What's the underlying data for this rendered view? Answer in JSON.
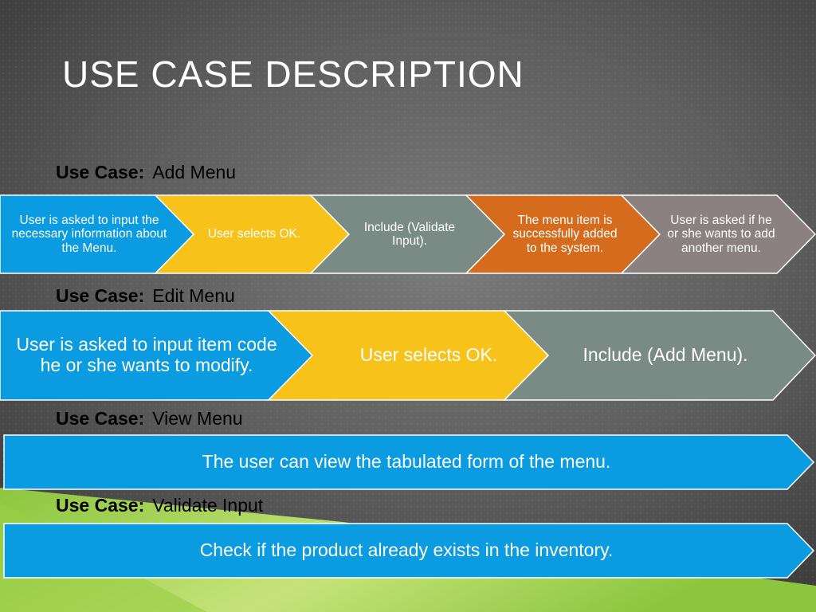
{
  "slide_title": "USE CASE DESCRIPTION",
  "use_case_prefix": "Use Case:",
  "colors": {
    "blue": "#0a9be0",
    "yellow": "#f7c21a",
    "slate": "#7a8b86",
    "orange": "#d56b1c",
    "taupe": "#8c8181",
    "green": "#8cc63f",
    "text_dark": "#000000"
  },
  "use_cases": [
    {
      "name": "Add Menu",
      "steps": [
        "User is asked to input the necessary information about the Menu.",
        "User selects OK.",
        "Include (Validate Input).",
        "The menu item is successfully added to the system.",
        "User is asked if he or she wants to add another menu."
      ]
    },
    {
      "name": "Edit Menu",
      "steps": [
        "User is asked to input item code he or she wants to modify.",
        "User selects OK.",
        "Include (Add Menu)."
      ]
    },
    {
      "name": "View Menu",
      "steps": [
        "The user can view the tabulated form of the menu."
      ]
    },
    {
      "name": "Validate Input",
      "steps": [
        "Check if the product already exists in the inventory."
      ]
    }
  ]
}
